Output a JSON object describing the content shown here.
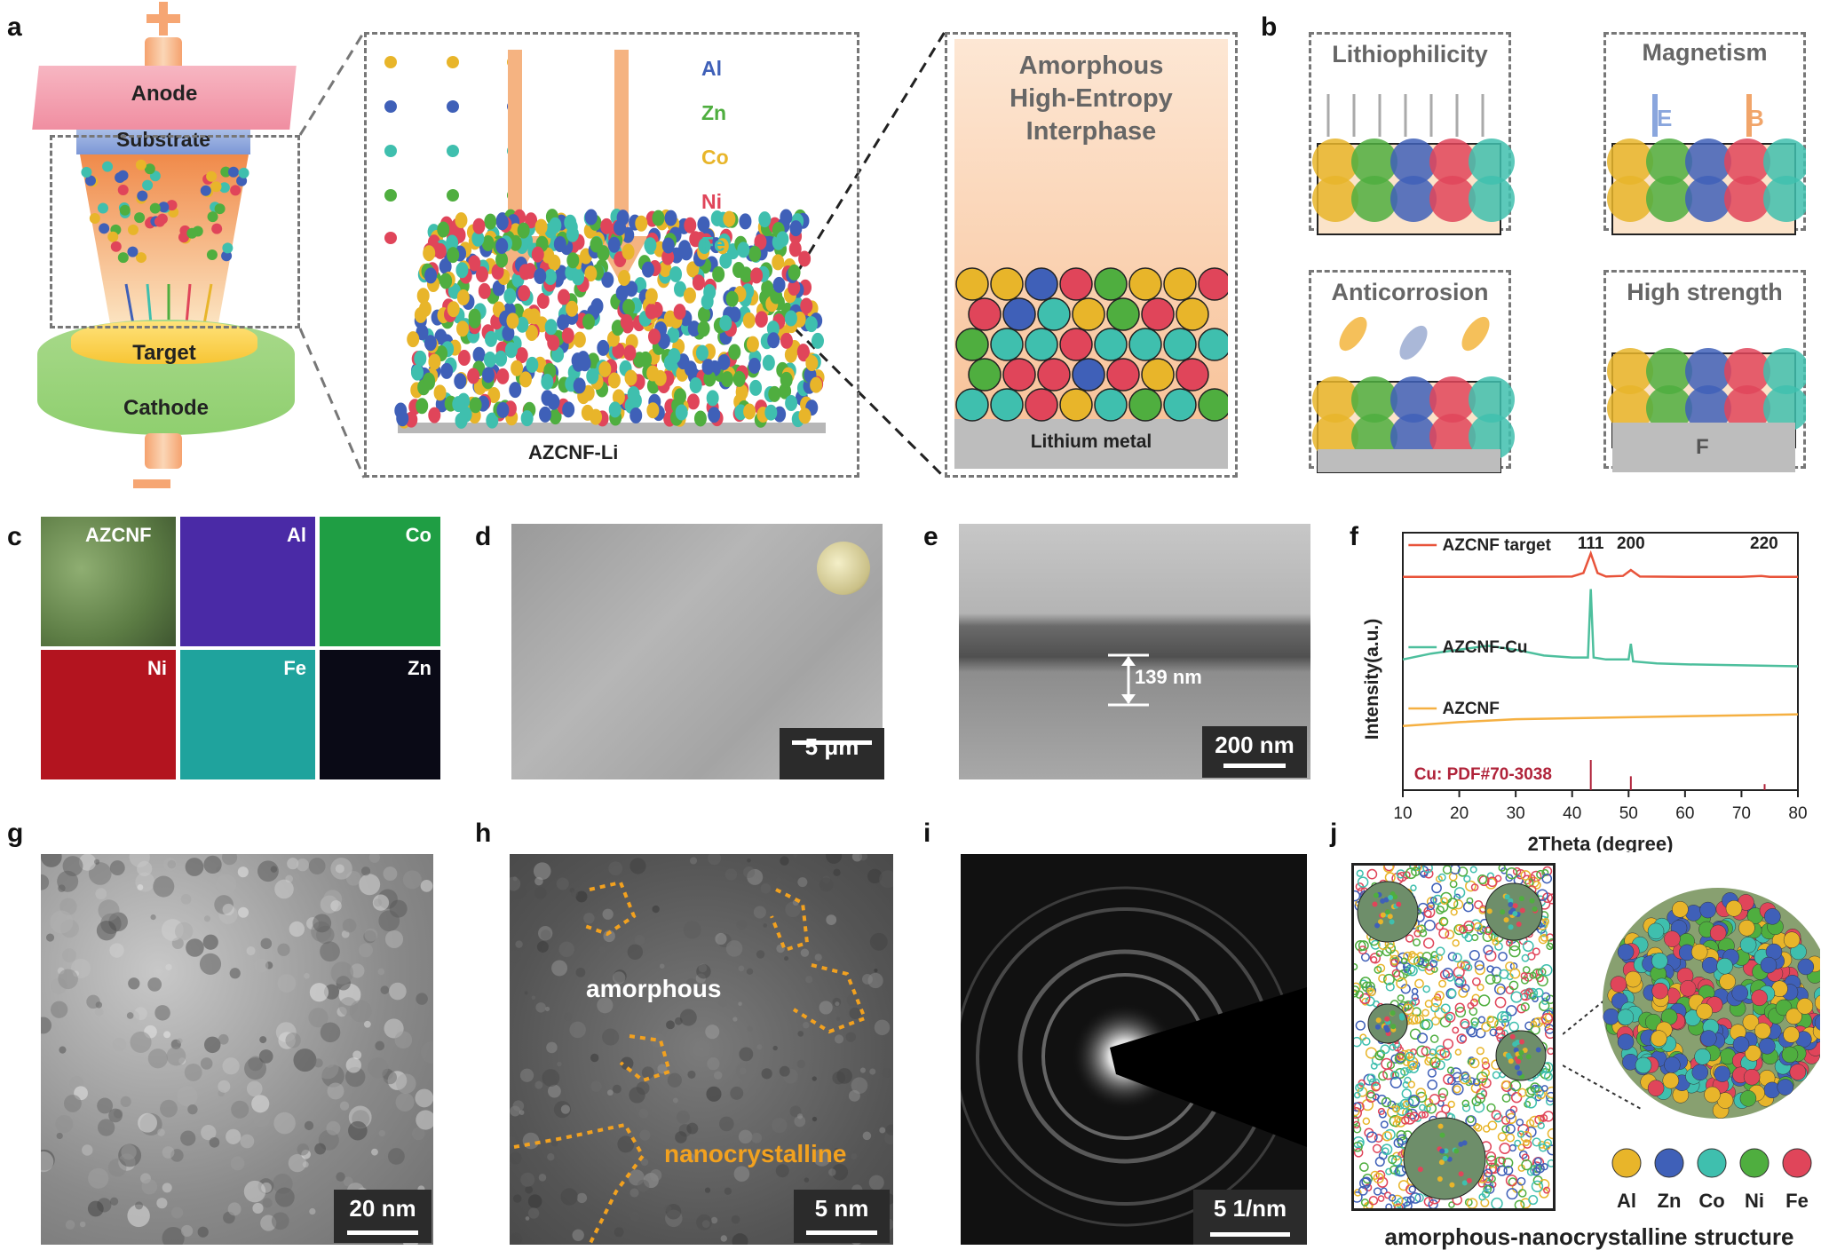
{
  "panel_labels": [
    "a",
    "b",
    "c",
    "d",
    "e",
    "f",
    "g",
    "h",
    "i",
    "j"
  ],
  "panel_a": {
    "anode": "Anode",
    "substrate": "Substrate",
    "target": "Target",
    "cathode": "Cathode",
    "plus": "+",
    "minus": "−",
    "film_label": "AZCNF-Li",
    "elements": [
      "Al",
      "Zn",
      "Co",
      "Ni",
      "Fe"
    ],
    "interphase_title": [
      "Amorphous",
      "High-Entropy",
      "Interphase"
    ],
    "lithium_metal": "Lithium metal"
  },
  "panel_b": {
    "lithiophilicity": "Lithiophilicity",
    "magnetism": "Magnetism",
    "anticorrosion": "Anticorrosion",
    "high_strength": "High strength",
    "e_label": "E",
    "b_label": "B",
    "f_label": "F"
  },
  "panel_c": {
    "tiles": [
      "AZCNF",
      "Al",
      "Co",
      "Ni",
      "Fe",
      "Zn"
    ]
  },
  "panel_d": {
    "scale": "5 μm"
  },
  "panel_e": {
    "scale": "200 nm",
    "thickness": "139 nm"
  },
  "panel_g": {
    "scale": "20 nm"
  },
  "panel_h": {
    "scale": "5 nm",
    "amorphous": "amorphous",
    "nanocrystalline": "nanocrystalline"
  },
  "panel_i": {
    "scale": "5 1/nm"
  },
  "panel_j": {
    "elements": [
      "Al",
      "Zn",
      "Co",
      "Ni",
      "Fe"
    ],
    "caption": "amorphous-nanocrystalline structure"
  },
  "colors": {
    "Al": "#e8b52a",
    "Zn": "#3f60b8",
    "Co": "#3fbfae",
    "Ni": "#4fae3f",
    "Fe": "#e0455a"
  },
  "chart_data": {
    "type": "line",
    "xlabel": "2Theta (degree)",
    "ylabel": "Intensity(a.u.)",
    "xlim": [
      10,
      80
    ],
    "xticks": [
      10,
      20,
      30,
      40,
      50,
      60,
      70,
      80
    ],
    "series": [
      {
        "name": "AZCNF target",
        "color": "#e8533a",
        "x": [
          10,
          20,
          30,
          40,
          42,
          43.3,
          44.5,
          46,
          49,
          50.4,
          52,
          60,
          70,
          73.5,
          75,
          80
        ],
        "y": [
          0.1,
          0.1,
          0.1,
          0.12,
          0.3,
          1.3,
          0.3,
          0.12,
          0.15,
          0.45,
          0.12,
          0.1,
          0.1,
          0.15,
          0.1,
          0.1
        ]
      },
      {
        "name": "AZCNF-Cu",
        "color": "#4dbf9d",
        "x": [
          10,
          15,
          20,
          25,
          30,
          35,
          40,
          42.8,
          43.3,
          43.8,
          46,
          50,
          50.4,
          50.8,
          55,
          60,
          70,
          80
        ],
        "y": [
          0.6,
          0.9,
          1.1,
          1.3,
          1.1,
          0.8,
          0.7,
          0.7,
          4.2,
          0.7,
          0.6,
          0.6,
          1.4,
          0.5,
          0.4,
          0.35,
          0.3,
          0.25
        ]
      },
      {
        "name": "AZCNF",
        "color": "#f5b042",
        "x": [
          10,
          20,
          30,
          40,
          50,
          60,
          70,
          80
        ],
        "y": [
          0.1,
          0.3,
          0.45,
          0.5,
          0.55,
          0.6,
          0.65,
          0.7
        ]
      }
    ],
    "peak_labels": [
      {
        "text": "111",
        "x": 43.3
      },
      {
        "text": "200",
        "x": 50.4
      },
      {
        "text": "220",
        "x": 74
      }
    ],
    "reference": {
      "name": "Cu: PDF#70-3038",
      "x": [
        43.3,
        50.4,
        74.1
      ],
      "rel": [
        1.0,
        0.46,
        0.2
      ],
      "color": "#b0233a"
    }
  }
}
